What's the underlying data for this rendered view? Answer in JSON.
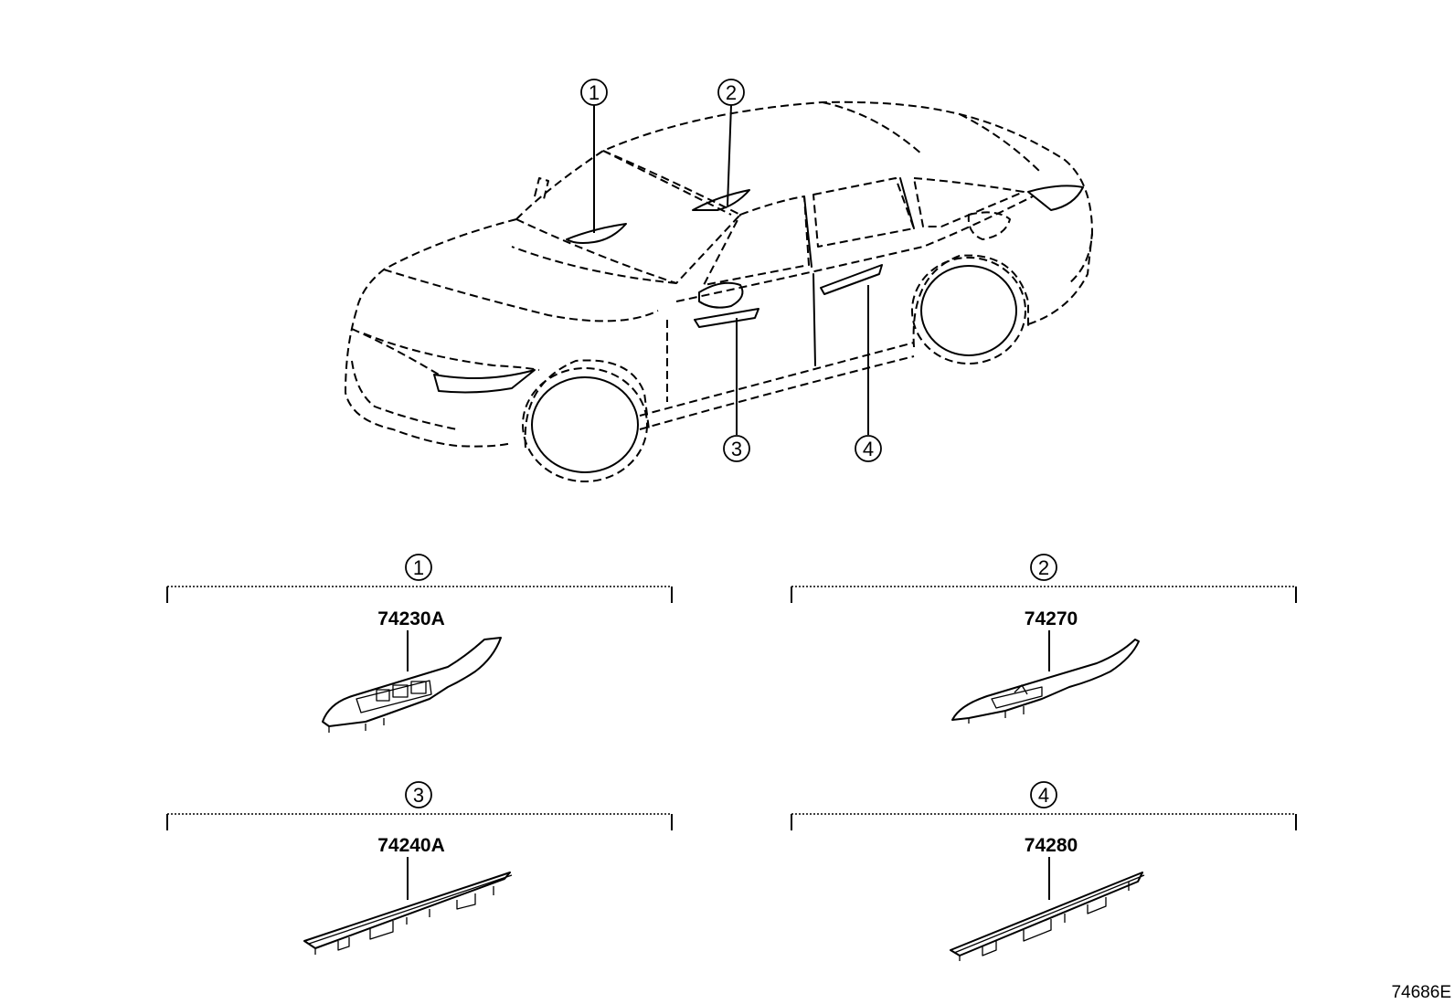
{
  "diagram": {
    "callouts_on_car": [
      "1",
      "2",
      "3",
      "4"
    ],
    "parts": [
      {
        "callout": "1",
        "part_number": "74230A"
      },
      {
        "callout": "2",
        "part_number": "74270"
      },
      {
        "callout": "3",
        "part_number": "74240A"
      },
      {
        "callout": "4",
        "part_number": "74280"
      }
    ],
    "reference_code": "74686E"
  }
}
